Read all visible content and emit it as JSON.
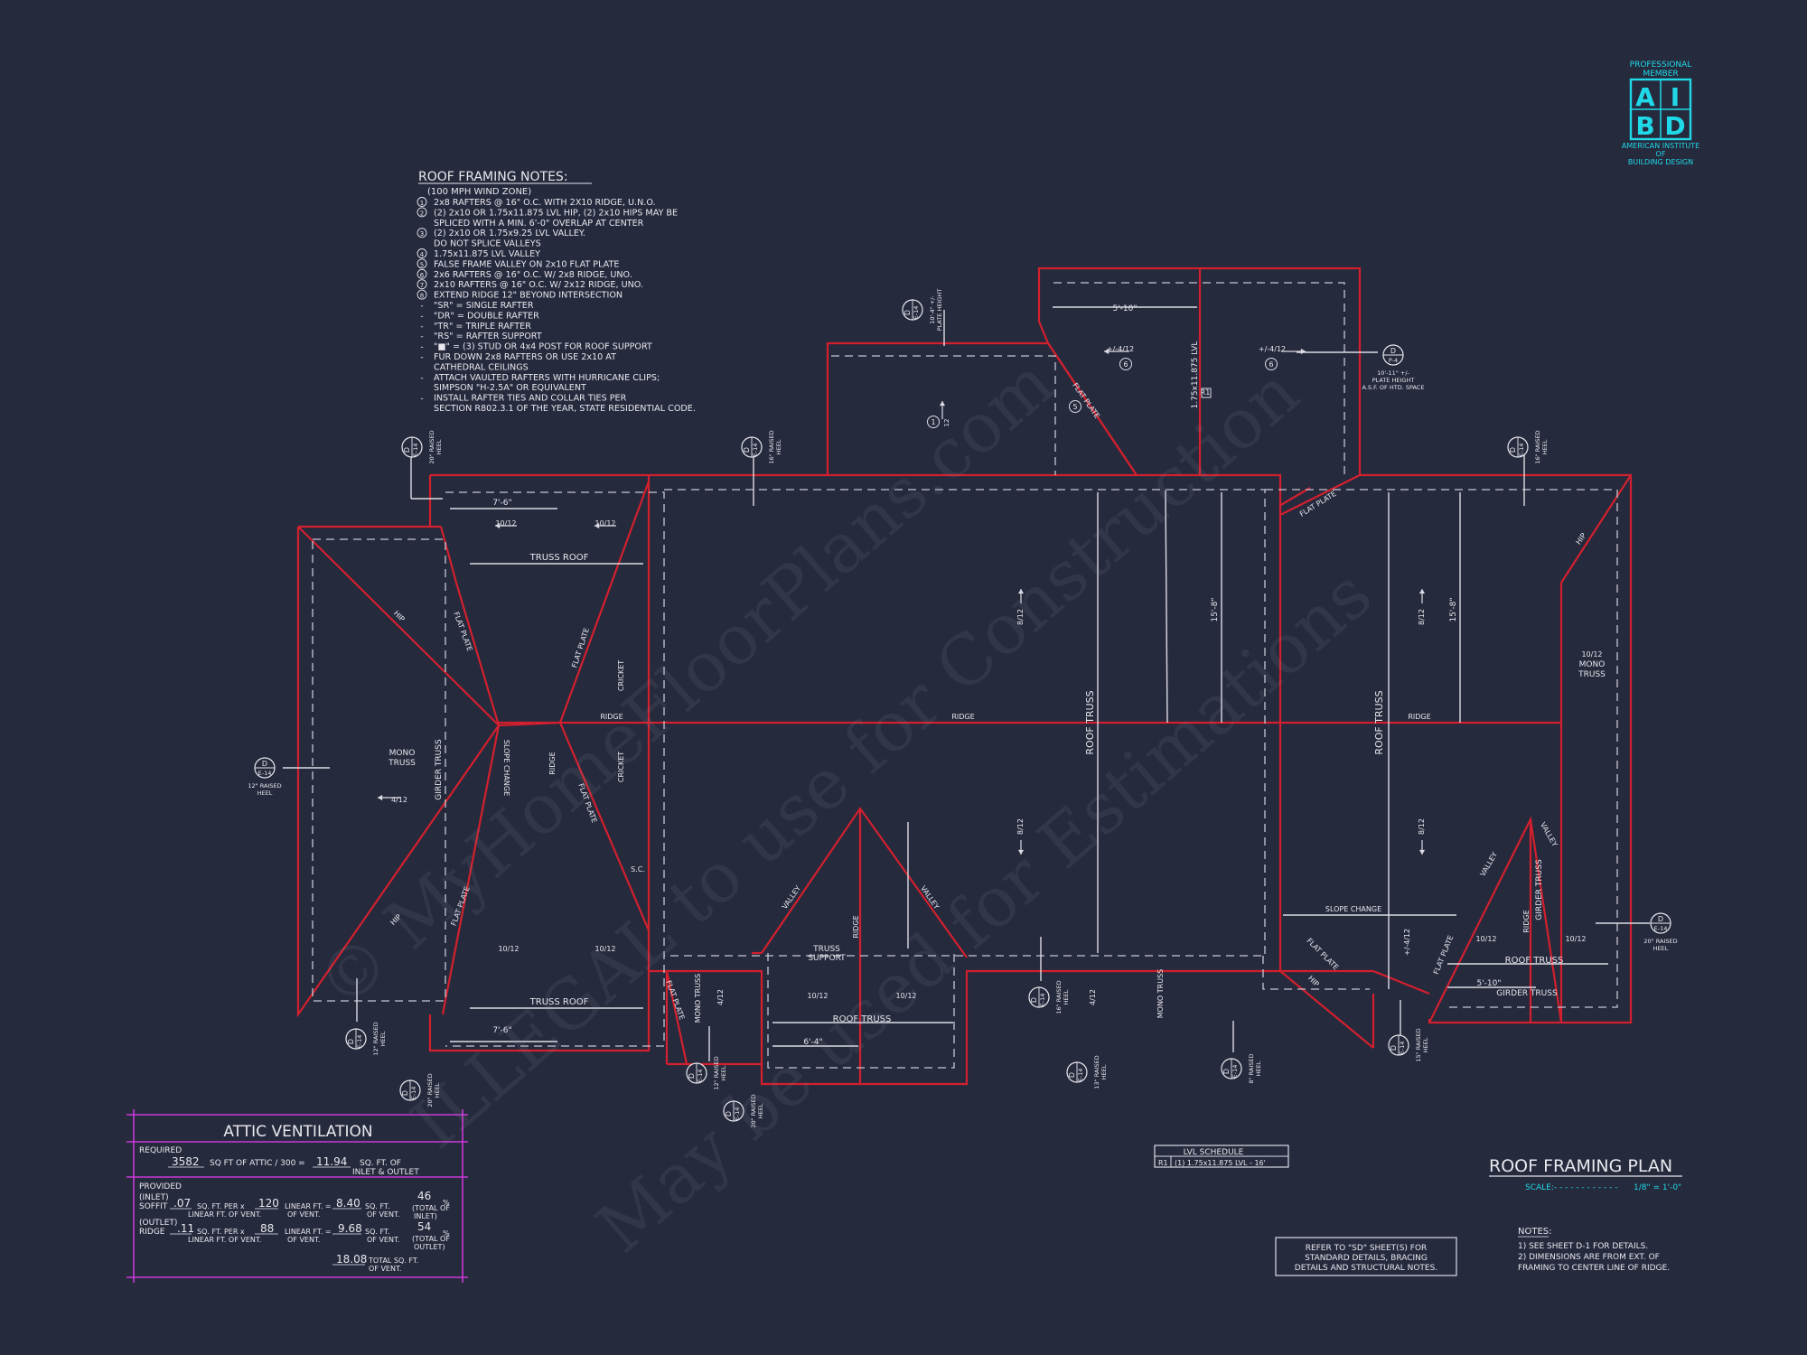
{
  "badge": {
    "top": "PROFESSIONAL",
    "top2": "MEMBER",
    "letters": [
      "A",
      "I",
      "B",
      "D"
    ],
    "line1": "AMERICAN INSTITUTE",
    "line2": "OF",
    "line3": "BUILDING DESIGN",
    "colors": {
      "accent": "#1fd9e8"
    }
  },
  "notes": {
    "title": "ROOF FRAMING NOTES:",
    "subtitle": "(100 MPH WIND ZONE)",
    "lines": [
      "2x8 RAFTERS @ 16\" O.C. WITH 2X10 RIDGE, U.N.O.",
      "(2) 2x10 OR 1.75x11.875 LVL HIP, (2) 2x10 HIPS MAY BE",
      "SPLICED WITH A MIN. 6'-0\" OVERLAP AT CENTER",
      "(2) 2x10 OR 1.75x9.25 LVL VALLEY.",
      "DO NOT SPLICE VALLEYS",
      "1.75x11.875 LVL VALLEY",
      "FALSE FRAME VALLEY ON 2x10 FLAT PLATE",
      "2x6 RAFTERS @ 16\" O.C. W/ 2x8 RIDGE, UNO.",
      "2x10 RAFTERS @ 16\" O.C. W/ 2x12 RIDGE, UNO.",
      "EXTEND RIDGE 12\" BEYOND INTERSECTION",
      "\"SR\" = SINGLE RAFTER",
      "\"DR\" = DOUBLE RAFTER",
      "\"TR\" = TRIPLE RAFTER",
      "\"RS\" = RAFTER SUPPORT",
      "\"■\" = (3) STUD OR 4x4 POST FOR ROOF SUPPORT",
      "FUR DOWN 2x8 RAFTERS OR USE 2x10 AT",
      "CATHEDRAL CEILINGS",
      "ATTACH VAULTED RAFTERS WITH HURRICANE CLIPS;",
      "SIMPSON \"H-2.5A\" OR EQUIVALENT",
      "INSTALL RAFTER TIES AND COLLAR TIES PER",
      "SECTION R802.3.1 OF THE YEAR, STATE RESIDENTIAL CODE."
    ],
    "markers": [
      "1",
      "2",
      "",
      "3",
      "",
      "4",
      "5",
      "6",
      "7",
      "8",
      "-",
      "-",
      "-",
      "-",
      "-",
      "-",
      "",
      "-",
      "",
      "-",
      ""
    ]
  },
  "labels": {
    "truss_roof": "TRUSS ROOF",
    "roof_truss": "ROOF TRUSS",
    "girder_truss": "GIRDER TRUSS",
    "mono_truss": "MONO TRUSS",
    "mono": "MONO",
    "truss": "TRUSS",
    "ridge": "RIDGE",
    "hip": "HIP",
    "valley": "VALLEY",
    "flat_plate": "FLAT PLATE",
    "cricket": "CRICKET",
    "slope_change": "SLOPE CHANGE",
    "truss_support_1": "TRUSS",
    "truss_support_2": "SUPPORT",
    "sc": "S.C.",
    "lvl_vert": "1.75x11.875 LVL",
    "lvl_box": "R1",
    "pitch_8": "8/12",
    "pitch_10": "10/12",
    "pitch_4": "4/12",
    "pitch_412": "+/-4/12",
    "pitch_12": "12",
    "pitch_10b": "10",
    "dim_76": "7'-6\"",
    "dim_510": "5'-10\"",
    "dim_64": "6'-4\"",
    "dim_158": "15'-8\"",
    "raised_heel_20": "20\" RAISED",
    "raised_heel_16": "16\" RAISED",
    "raised_heel_12": "12\" RAISED",
    "raised_heel_13": "13\" RAISED",
    "raised_heel_8": "8\" RAISED",
    "raised_heel_15": "15\" RAISED",
    "heel": "HEEL",
    "plate_height_1": "10'-4\" +/-",
    "plate_height_2": "PLATE HEIGHT",
    "plate_height_3": "10'-11\" +/-",
    "plate_height_4": "A.S.F. OF HTD. SPACE",
    "detail_d": "D",
    "detail_e14": "E-14",
    "detail_p4": "P-4"
  },
  "attic": {
    "title": "ATTIC VENTILATION",
    "required": "REQUIRED",
    "sqft": "3582",
    "sqft_text": "SQ FT OF ATTIC / 300 =",
    "result": "11.94",
    "result_text_1": "SQ. FT. OF",
    "result_text_2": "INLET & OUTLET",
    "provided": "PROVIDED",
    "inlet": "(INLET)",
    "soffit": "SOFFIT",
    "soffit_val": ".07",
    "sq_per": "SQ. FT. PER x",
    "soffit_lin": "120",
    "lin_ft": "LINEAR FT. =",
    "soffit_sq": "8.40",
    "sq_ft": "SQ. FT.",
    "of_vent": "OF VENT.",
    "linear_of_vent": "LINEAR FT. OF VENT.",
    "inlet_pct": "46",
    "pct": "%",
    "total_of": "(TOTAL OF",
    "inlet_close": "INLET)",
    "outlet": "(OUTLET)",
    "ridge": "RIDGE",
    "ridge_val": ".11",
    "ridge_lin": "88",
    "ridge_sq": "9.68",
    "outlet_pct": "54",
    "outlet_close": "OUTLET)",
    "total_val": "18.08",
    "total_text": "TOTAL SQ. FT.",
    "total_text_2": "OF VENT."
  },
  "lvl_schedule": {
    "title": "LVL SCHEDULE",
    "key": "R1",
    "desc": "(1) 1.75x11.875 LVL - 16'"
  },
  "refer_note": [
    "REFER TO \"SD\" SHEET(S) FOR",
    "STANDARD DETAILS, BRACING",
    "DETAILS AND STRUCTURAL NOTES."
  ],
  "plan_title": {
    "title": "ROOF FRAMING PLAN",
    "scale_label": "SCALE:",
    "scale_value": "1/8\" = 1'-0\""
  },
  "general_notes": {
    "title": "NOTES:",
    "lines": [
      "1)  SEE SHEET D-1 FOR DETAILS.",
      "2)  DIMENSIONS ARE FROM EXT. OF",
      "     FRAMING TO CENTER LINE OF RIDGE."
    ]
  },
  "watermark": {
    "line1": "© MyHomeFloorPlans.com",
    "line2": "ILLEGAL to use for Construction",
    "line3": "May be used for Estimations"
  },
  "colors": {
    "background": "#262a3d",
    "framing_red": "#d2202e",
    "ink": "#e8e8ee",
    "attic_box": "#c838d8"
  }
}
